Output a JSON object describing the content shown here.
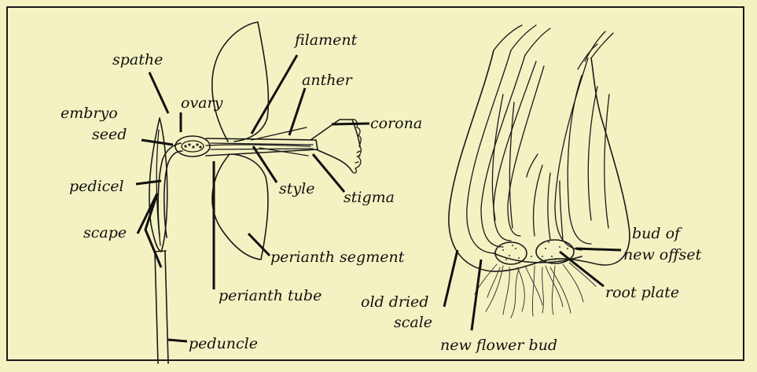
{
  "flower_labels": {
    "spathe": "spathe",
    "ovary": "ovary",
    "filament": "filament",
    "anther": "anther",
    "embryo": "embryo",
    "seed": "seed",
    "corona": "corona",
    "pedicel": "pedicel",
    "style": "style",
    "stigma": "stigma",
    "scape": "scape",
    "perianth_segment": "perianth segment",
    "perianth_tube": "perianth tube",
    "peduncle": "peduncle"
  },
  "bulb_labels": {
    "bud_of": "bud of",
    "new_offset": "new offset",
    "root_plate": "root plate",
    "old_dried": "old dried",
    "scale": "scale",
    "new_flower_bud": "new flower bud"
  }
}
